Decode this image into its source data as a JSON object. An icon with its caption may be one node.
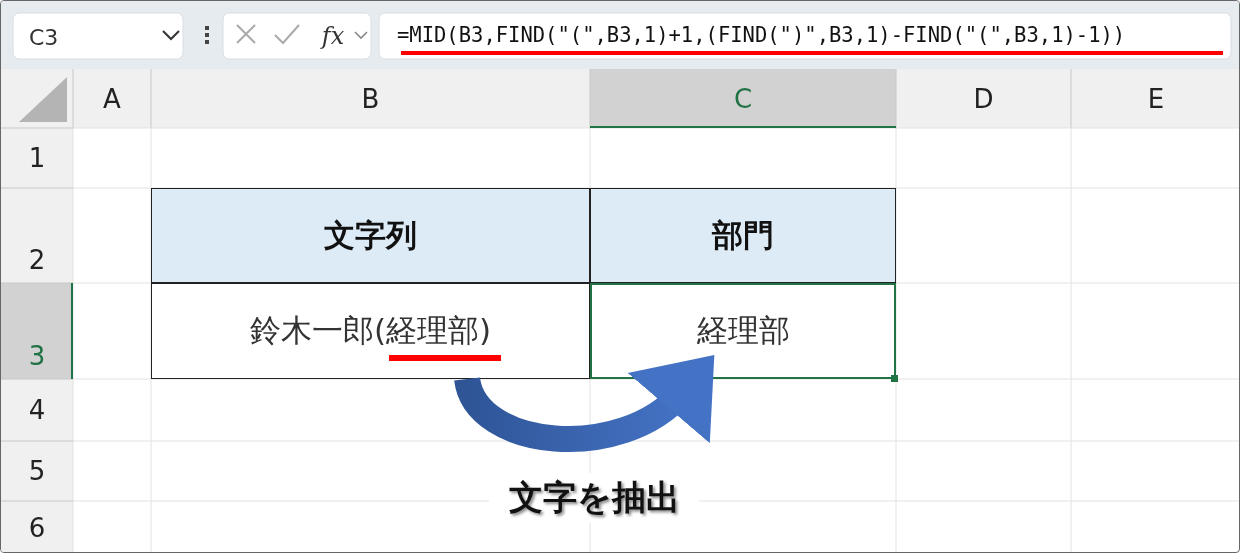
{
  "diagram": {
    "nodes": [
      {
        "text": [
          "文字列"
        ]
      },
      {
        "text": [
          "部門"
        ]
      },
      {
        "text": [
          "鈴木一郎(経理部)"
        ]
      },
      {
        "text": [
          "経理部"
        ]
      }
    ],
    "edges": [
      {
        "from": 2,
        "to": 3,
        "arrow": "to"
      }
    ],
    "labels": [
      "C3",
      "fx",
      "=MID(B3,FIND(\"(\",B3,1)+1,(FIND(\")\",B3,1)-FIND(\"(\",B3,1)-1))",
      "A",
      "B",
      "C",
      "D",
      "E",
      "1",
      "2",
      "3",
      "4",
      "5",
      "6",
      "文字を抽出"
    ]
  }
}
